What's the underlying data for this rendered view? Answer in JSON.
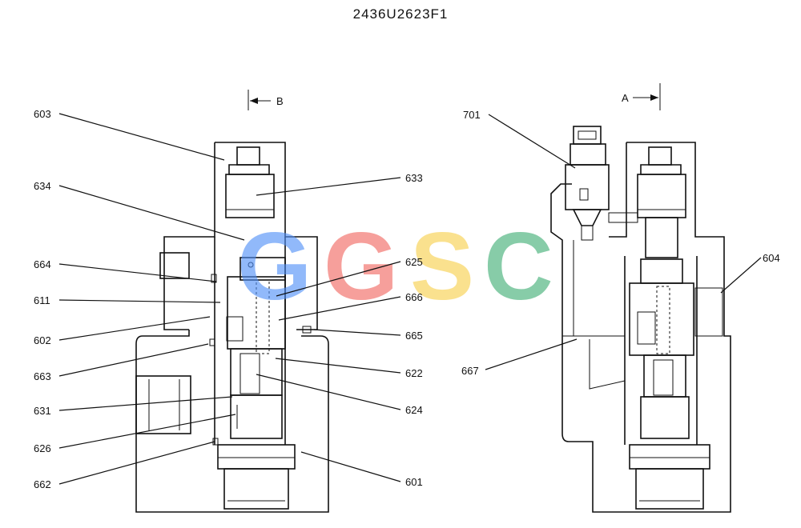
{
  "drawing": {
    "title": "2436U2623F1",
    "section_left": "B",
    "section_right": "A"
  },
  "watermark": {
    "letters": [
      "G",
      "G",
      "S",
      "C"
    ],
    "colors": [
      "#4f8ff7",
      "#f2665e",
      "#f7cf4a",
      "#3fae74"
    ]
  },
  "callouts": {
    "l603": "603",
    "l634": "634",
    "l664": "664",
    "l611": "611",
    "l602": "602",
    "l663": "663",
    "l631": "631",
    "l626": "626",
    "l662": "662",
    "l633": "633",
    "l625": "625",
    "l666": "666",
    "l665": "665",
    "l622": "622",
    "l624": "624",
    "l601": "601",
    "l701": "701",
    "l604": "604",
    "l667": "667"
  }
}
